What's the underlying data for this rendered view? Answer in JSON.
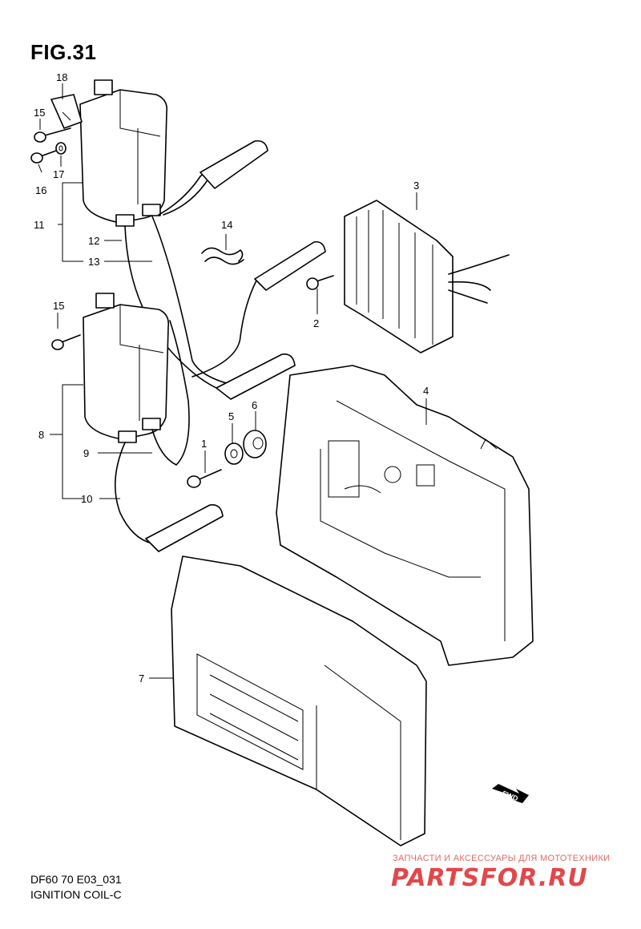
{
  "figure": {
    "title": "FIG.31",
    "model": "DF60 70 E03_031",
    "section": "IGNITION COIL-C"
  },
  "callouts": [
    "1",
    "2",
    "3",
    "4",
    "5",
    "6",
    "7",
    "8",
    "9",
    "10",
    "11",
    "12",
    "13",
    "14",
    "15",
    "15",
    "16",
    "17",
    "18"
  ],
  "fwd_mark": "FWD",
  "watermark": {
    "tagline": "ЗАПЧАСТИ И АКСЕССУАРЫ ДЛЯ МОТОТЕХНИКИ",
    "brand": "PARTSFOR.RU"
  },
  "colors": {
    "ink": "#000000",
    "watermark": "#e2474a"
  }
}
